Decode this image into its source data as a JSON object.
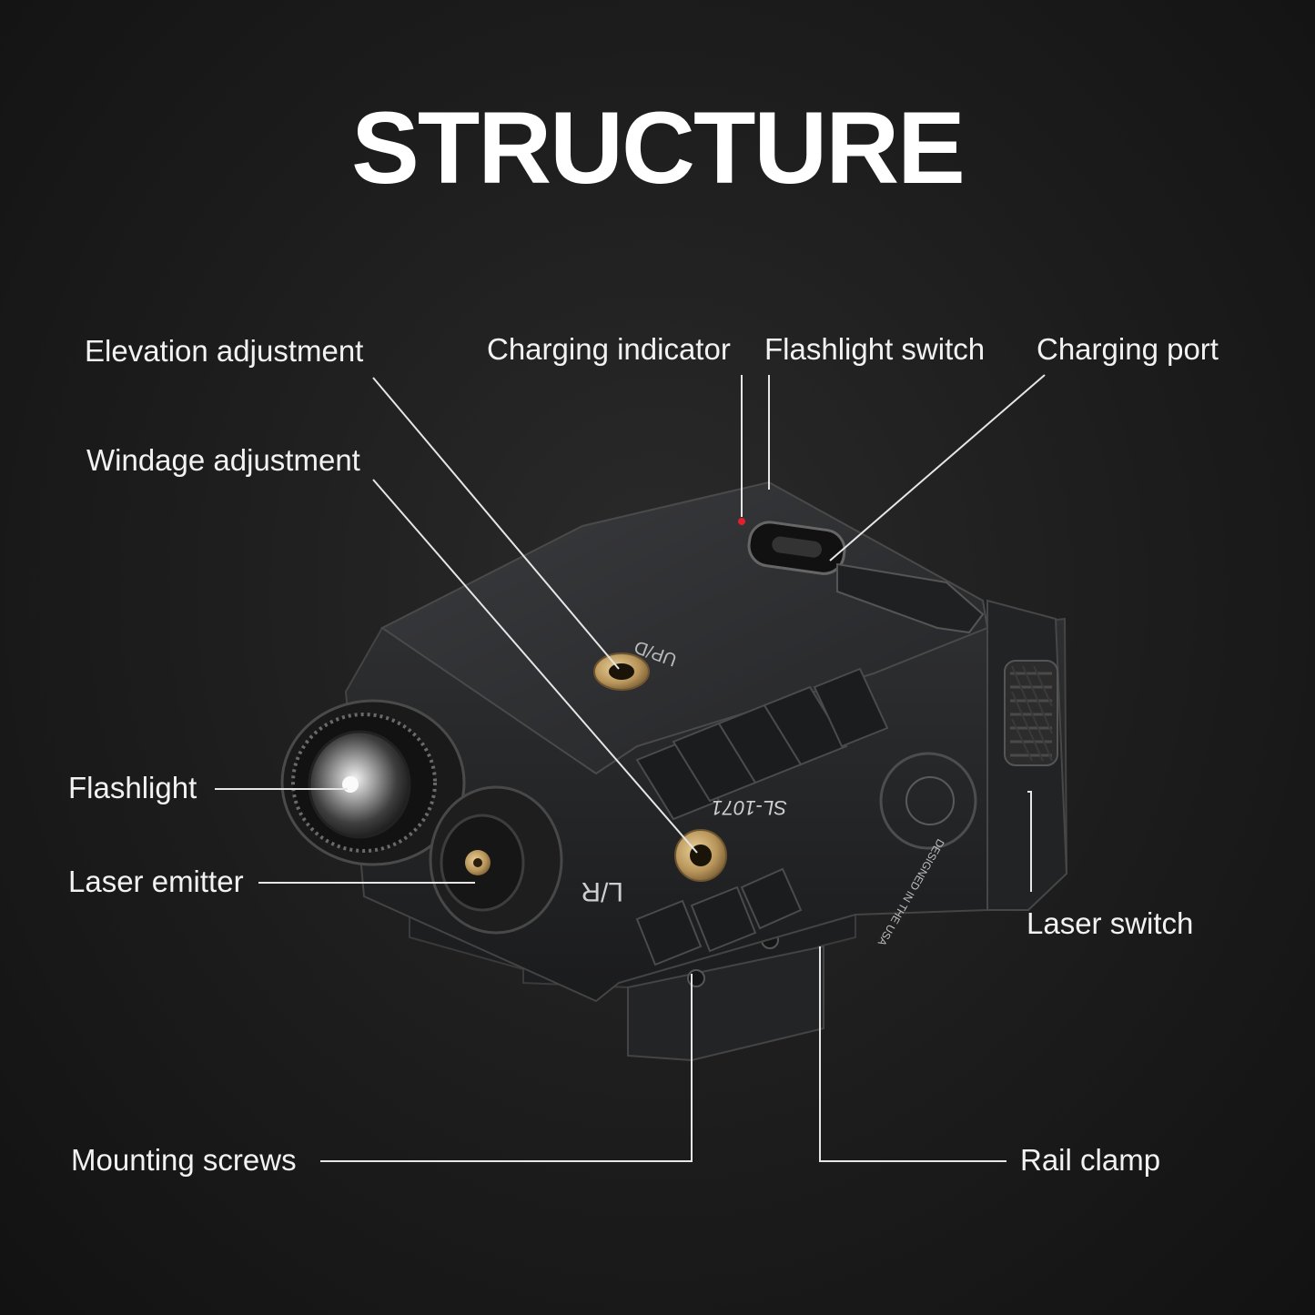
{
  "title": "STRUCTURE",
  "colors": {
    "background": "#1c1c1c",
    "text": "#ffffff",
    "leader_line": "#e6e6e6",
    "device_body": "#2b2c2e",
    "brass": "#b8955a",
    "indicator_red": "#e0202a"
  },
  "labels": {
    "elevation_adjustment": "Elevation adjustment",
    "windage_adjustment": "Windage adjustment",
    "charging_indicator": "Charging indicator",
    "flashlight_switch": "Flashlight switch",
    "charging_port": "Charging port",
    "flashlight": "Flashlight",
    "laser_emitter": "Laser emitter",
    "laser_switch": "Laser switch",
    "mounting_screws": "Mounting screws",
    "rail_clamp": "Rail clamp"
  },
  "device_markings": {
    "model": "SL-1071",
    "up_down": "UP/D",
    "left_right": "L/R",
    "seal_text": "DESIGNED IN THE USA"
  }
}
